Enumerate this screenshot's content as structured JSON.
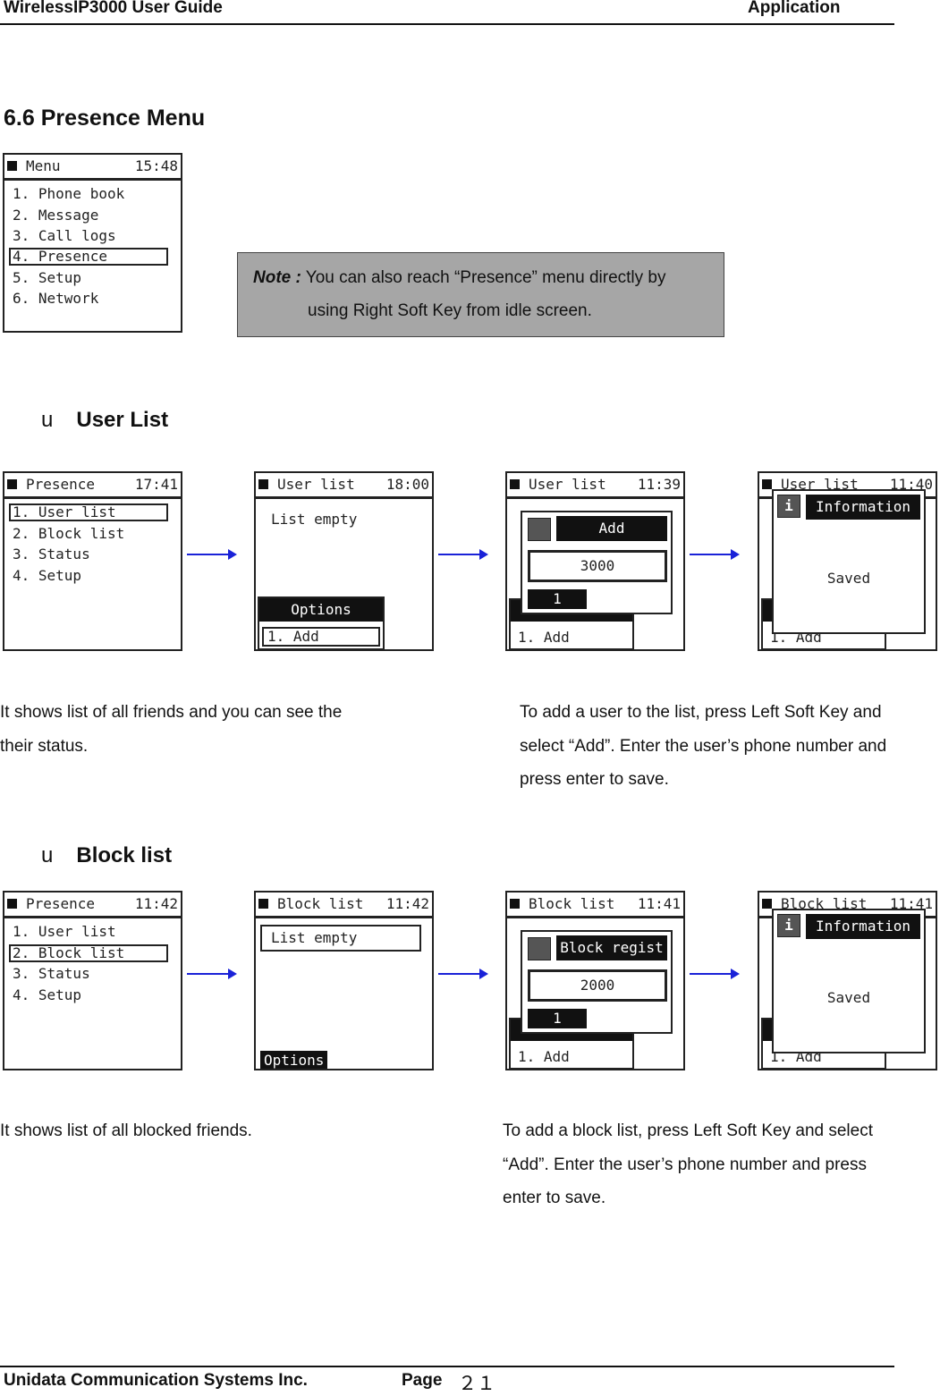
{
  "header": {
    "left": "WirelessIP3000 User Guide",
    "right": "Application"
  },
  "section_title": "6.6 Presence Menu",
  "menu_screen": {
    "title": "Menu",
    "time": "15:48",
    "items": [
      "1. Phone book",
      "2. Message",
      "3. Call logs",
      "4. Presence",
      "5. Setup",
      "6. Network"
    ]
  },
  "note": {
    "label": "Note :",
    "line1": "You can also reach “Presence” menu directly by",
    "line2": "using Right Soft Key from idle screen."
  },
  "user_list": {
    "bullet": "u",
    "heading": "User List",
    "s1": {
      "title": "Presence",
      "time": "17:41",
      "items": [
        "1. User list",
        "2. Block list",
        "3. Status",
        "4. Setup"
      ]
    },
    "s2": {
      "title": "User list",
      "time": "18:00",
      "body": "List empty",
      "options": "Options",
      "opt_item": "1. Add"
    },
    "s3": {
      "title": "User list",
      "time": "11:39",
      "dialog_title": "Add",
      "value": "3000",
      "index": "1",
      "add_item": "1. Add"
    },
    "s4": {
      "title": "User list",
      "time": "11:40",
      "dialog_title": "Information",
      "message": "Saved",
      "add_item": "1. Add"
    },
    "desc_left": [
      "It shows list of all friends and you can see the",
      "their status."
    ],
    "desc_right": [
      "To add a user to the list, press Left Soft Key and",
      "select “Add”. Enter the user’s phone number and",
      "press enter to save."
    ]
  },
  "block_list": {
    "bullet": "u",
    "heading": "Block list",
    "s1": {
      "title": "Presence",
      "time": "11:42",
      "items": [
        "1. User list",
        "2. Block list",
        "3. Status",
        "4. Setup"
      ]
    },
    "s2": {
      "title": "Block list",
      "time": "11:42",
      "body": "List empty",
      "options": "Options"
    },
    "s3": {
      "title": "Block list",
      "time": "11:41",
      "dialog_title": "Block regist",
      "value": "2000",
      "index": "1",
      "add_item": "1. Add"
    },
    "s4": {
      "title": "Block list",
      "time": "11:41",
      "dialog_title": "Information",
      "message": "Saved",
      "add_item": "1. Add"
    },
    "desc_left": [
      "It shows list of all blocked friends."
    ],
    "desc_right": [
      "To add a block list, press Left Soft Key and select",
      "“Add”. Enter the user’s phone number and press",
      "enter to save."
    ]
  },
  "footer": {
    "company": "Unidata Communication Systems Inc.",
    "page_label": "Page",
    "page_number": "２１"
  },
  "colors": {
    "arrow": "#1a22d8",
    "note_bg": "#a6a6a6"
  }
}
